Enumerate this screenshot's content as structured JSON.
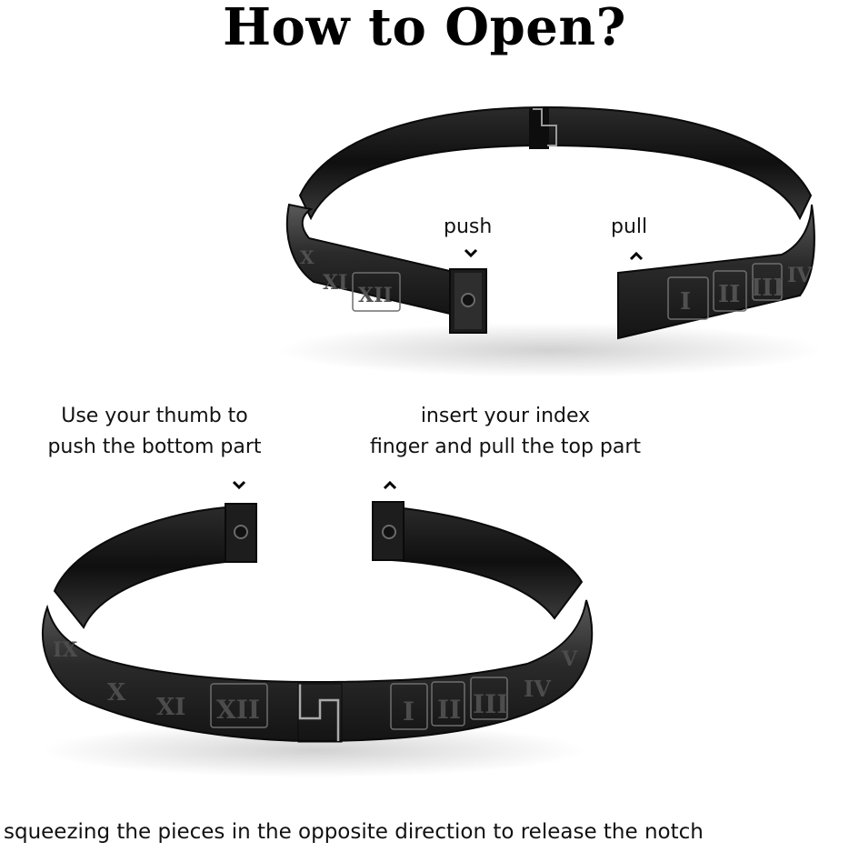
{
  "title": "How to Open?",
  "labels": {
    "push": "push",
    "pull": "pull"
  },
  "instructions": {
    "left_line1": "Use your thumb to",
    "left_line2": "push the bottom part",
    "right_line1": "insert your index",
    "right_line2": "finger and pull the top part"
  },
  "caption": "squeezing the pieces in the opposite direction to release the notch",
  "colors": {
    "metal_dark": "#1c1c1c",
    "metal_mid": "#3a3a3a",
    "metal_light": "#8a8a8a",
    "text": "#111111"
  },
  "bracelet_numerals": {
    "top_left": [
      "X",
      "XI",
      "XII"
    ],
    "top_right": [
      "I",
      "II",
      "III",
      "IV"
    ],
    "bottom_left": [
      "IX",
      "X",
      "XI",
      "XII"
    ],
    "bottom_right": [
      "I",
      "II",
      "III",
      "IV",
      "V"
    ]
  }
}
